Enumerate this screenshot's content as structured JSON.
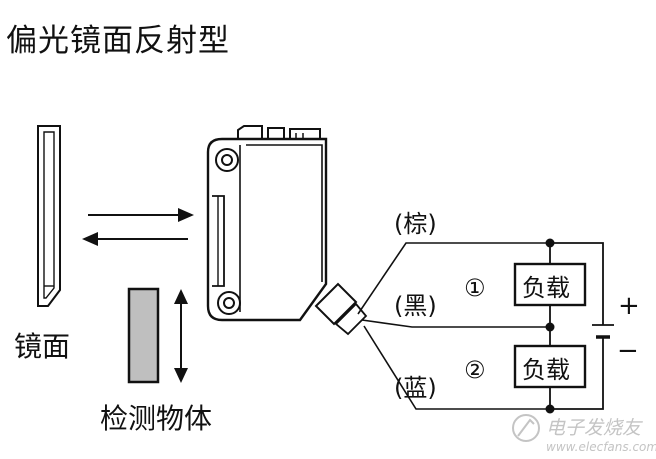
{
  "title": "偏光镜面反射型",
  "labels": {
    "mirror": "镜面",
    "object": "检测物体",
    "wire_brown": "(棕)",
    "wire_black": "(黑)",
    "wire_blue": "(蓝)",
    "circle_1": "①",
    "circle_2": "②",
    "load_1": "负载",
    "load_2": "负载",
    "plus": "+",
    "minus": "−"
  },
  "icons": {
    "sensor": "photoelectric-sensor",
    "mirror": "reflector-mirror",
    "object": "detection-object-block",
    "battery": "dc-power-source",
    "watermark_logo": "electronics-fan-logo"
  },
  "colors": {
    "line": "#111111",
    "object_fill": "#bfbfbf",
    "watermark": "#c4c4c4"
  },
  "watermark": {
    "text": "电子发烧友",
    "url": "www.elecfans.com"
  }
}
